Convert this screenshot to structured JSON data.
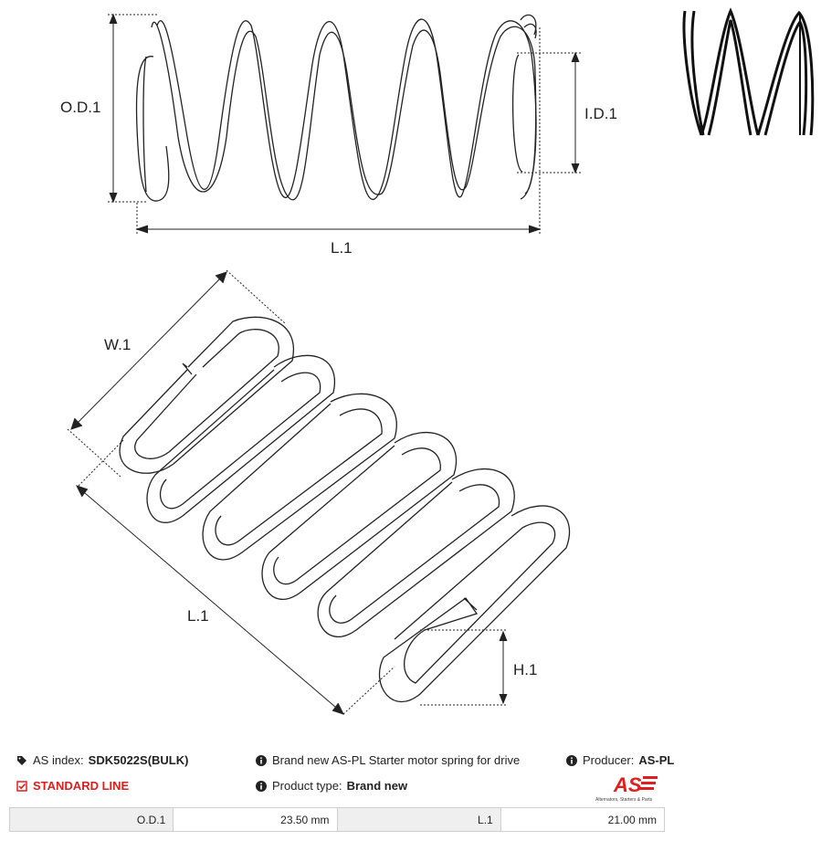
{
  "labels": {
    "od": "O.D.1",
    "id": "I.D.1",
    "length_top": "L.1",
    "width": "W.1",
    "length_bottom": "L.1",
    "height": "H.1"
  },
  "info": {
    "as_index_label": "AS index:",
    "as_index_value": "SDK5022S(BULK)",
    "standard_line": "STANDARD LINE",
    "description": "Brand new AS-PL Starter motor spring for drive",
    "product_type_label": "Product type:",
    "product_type_value": "Brand new",
    "producer_label": "Producer:",
    "producer_value": "AS-PL"
  },
  "logo": {
    "text": "AS",
    "tagline": "Alternators, Starters & Parts",
    "color": "#e01e1e"
  },
  "specs": [
    {
      "key": "O.D.1",
      "value": "23.50 mm"
    },
    {
      "key": "L.1",
      "value": "21.00 mm"
    }
  ]
}
